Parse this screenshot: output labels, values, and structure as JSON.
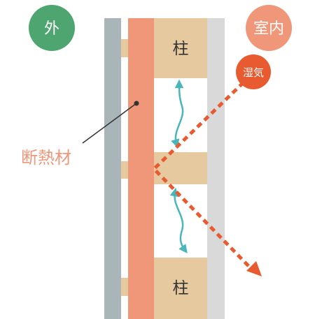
{
  "labels": {
    "outside": "外",
    "inside": "室内",
    "pillar": "柱",
    "insulation": "断熱材",
    "moisture": "湿気"
  },
  "colors": {
    "outside_circle": "#4ea56f",
    "inside_circle": "#f0977a",
    "moisture_circle": "#e85a2f",
    "exterior_wall": "#aab5b9",
    "insulation": "#f0977a",
    "pillar": "#e7c9a0",
    "interior_wall": "#d9d9d9",
    "air_arrow": "#49b6ba",
    "moisture_arrow": "#e85a2f"
  },
  "icons": [
    "air-circulation-arrow",
    "moisture-flow-arrow",
    "leader-line-dot"
  ]
}
